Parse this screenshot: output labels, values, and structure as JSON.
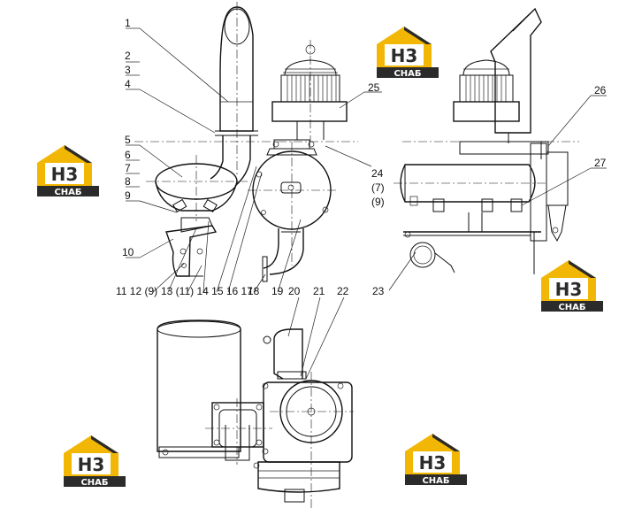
{
  "callouts": {
    "c1": "1",
    "c2": "2",
    "c3": "3",
    "c4": "4",
    "c5": "5",
    "c6": "6",
    "c7": "7",
    "c8": "8",
    "c9": "9",
    "c10": "10",
    "c11_12": "11 12 (9)",
    "c13_17": "13 (11) 14 15 16 17",
    "c18": "18",
    "c19": "19",
    "c20": "20",
    "c21": "21",
    "c22": "22",
    "c23": "23",
    "c24": "24",
    "c24a": "(7)",
    "c24b": "(9)",
    "c25": "25",
    "c26": "26",
    "c27": "27"
  },
  "watermark": {
    "logo": "H3",
    "text": "СНАБ",
    "accent": "#f2b705",
    "dark": "#2b2b2b"
  }
}
